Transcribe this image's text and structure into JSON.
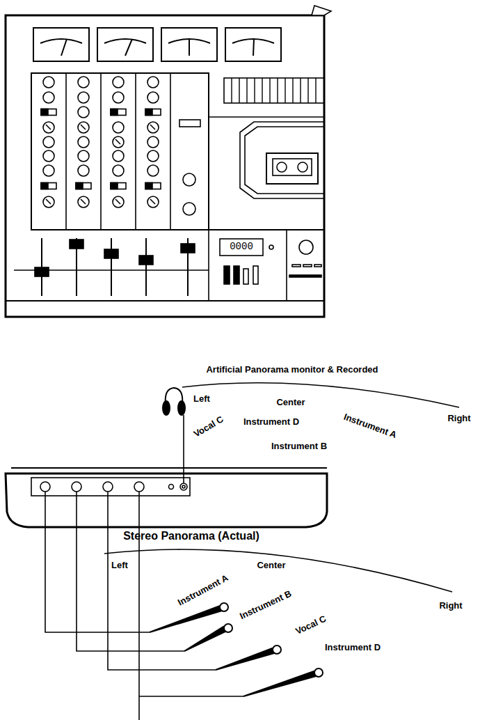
{
  "diagram": {
    "labels": [
      "Artificial Panorama monitor & Recorded",
      "Left",
      "Center",
      "Right",
      "Vocal C",
      "Instrument D",
      "Instrument A",
      "Instrument B",
      "Stereo Panorama (Actual)",
      "Left",
      "Center",
      "Instrument A",
      "Instrument B",
      "Vocal C",
      "Instrument D",
      "Right",
      "0000"
    ]
  }
}
